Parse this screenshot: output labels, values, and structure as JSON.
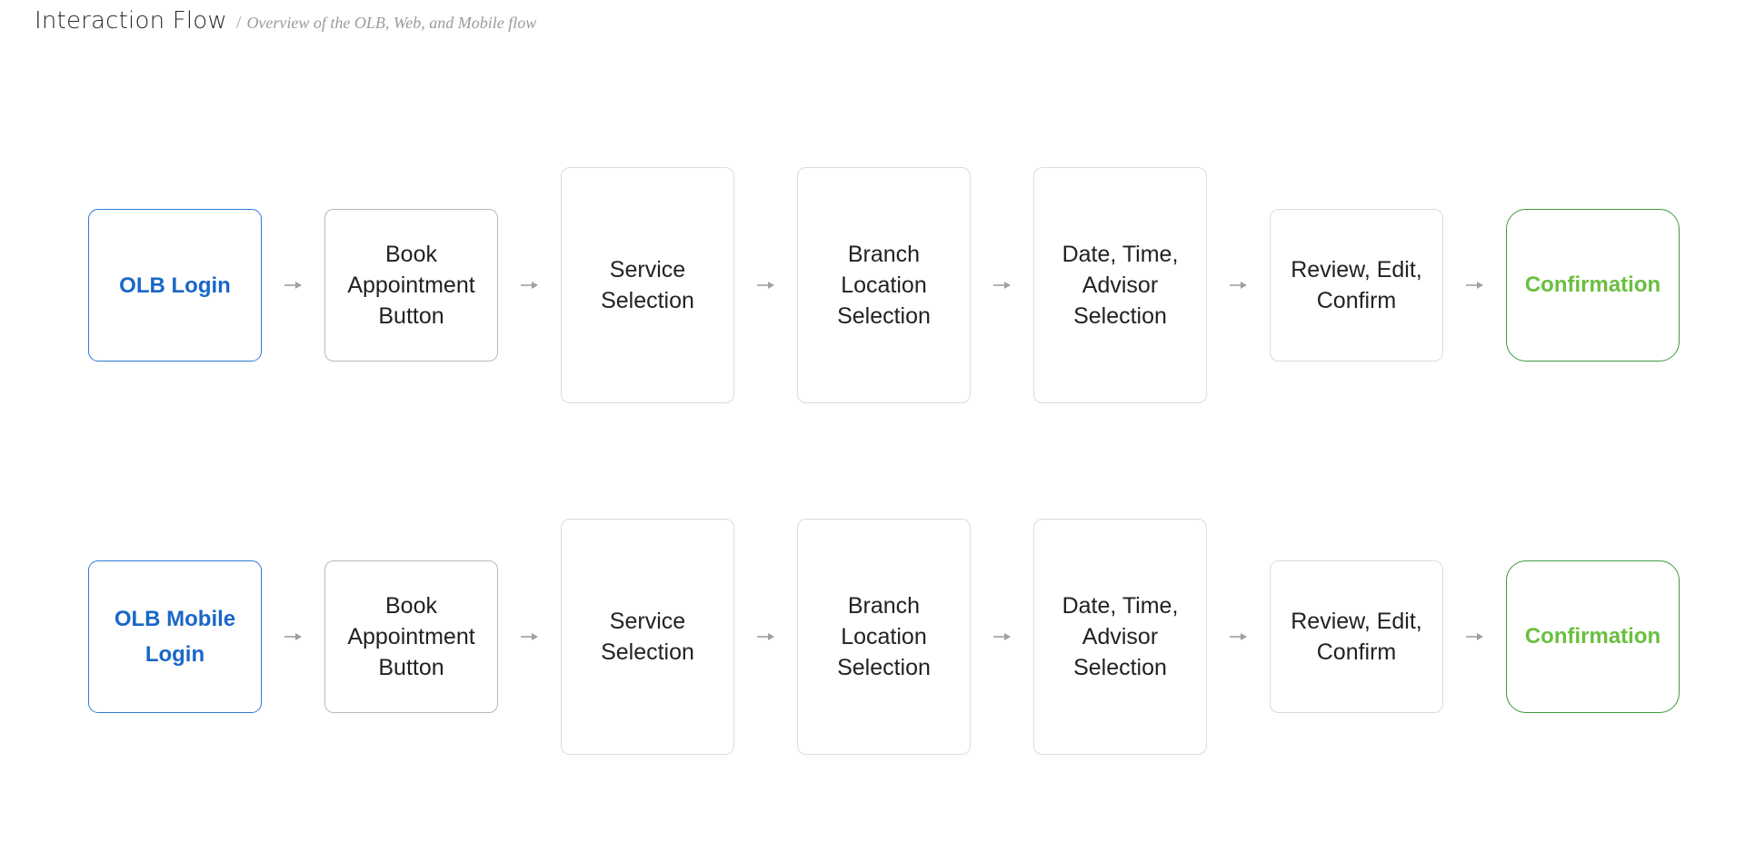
{
  "header": {
    "title": "Interaction Flow",
    "separator": "/",
    "subtitle": "Overview of the OLB, Web, and Mobile flow"
  },
  "colors": {
    "start_border": "#2d7bd6",
    "start_text": "#1a67c7",
    "end_border": "#3f9a3a",
    "end_text": "#6abf3f",
    "arrow": "#a0a0a0"
  },
  "flows": [
    {
      "steps": [
        "OLB Login",
        "Book\nAppointment\nButton",
        "Service\nSelection",
        "Branch\nLocation\nSelection",
        "Date, Time,\nAdvisor\nSelection",
        "Review, Edit,\nConfirm",
        "Confirmation"
      ]
    },
    {
      "steps": [
        "OLB Mobile\nLogin",
        "Book\nAppointment\nButton",
        "Service\nSelection",
        "Branch\nLocation\nSelection",
        "Date, Time,\nAdvisor\nSelection",
        "Review, Edit,\nConfirm",
        "Confirmation"
      ]
    }
  ]
}
